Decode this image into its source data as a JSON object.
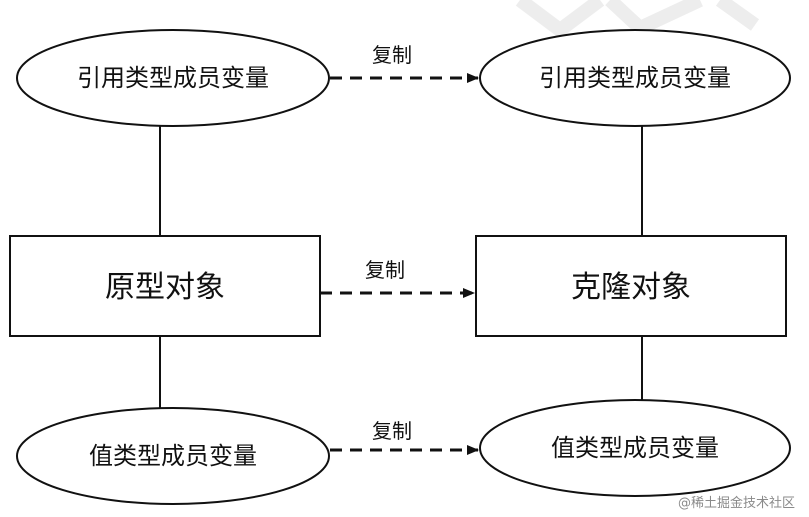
{
  "diagram": {
    "left": {
      "top_ellipse": "引用类型成员变量",
      "box": "原型对象",
      "bottom_ellipse": "值类型成员变量"
    },
    "right": {
      "top_ellipse": "引用类型成员变量",
      "box": "克隆对象",
      "bottom_ellipse": "值类型成员变量"
    },
    "arrows": {
      "top": "复制",
      "middle": "复制",
      "bottom": "复制"
    }
  },
  "watermark": {
    "credit": "@稀土掘金技术社区"
  },
  "colors": {
    "stroke": "#111111",
    "background": "#ffffff",
    "watermark": "#e6e6e6"
  }
}
